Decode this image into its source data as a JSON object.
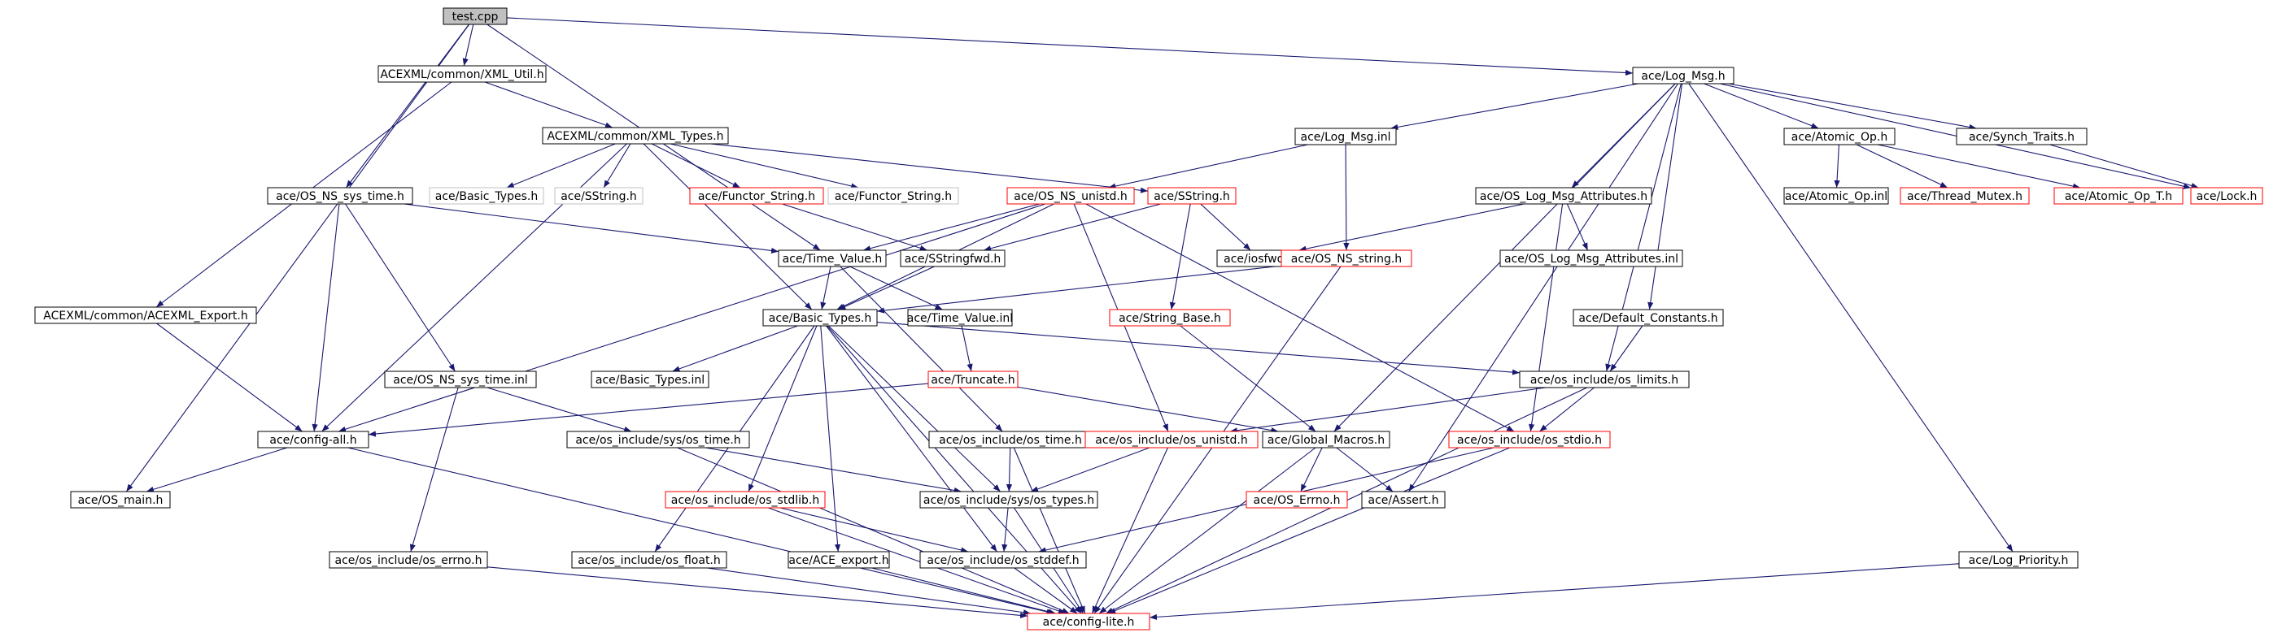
{
  "colors": {
    "edge": "#191970",
    "border_normal": "#000000",
    "border_missing": "#ff0000",
    "border_ghost": "#c0c0c0",
    "root_fill": "#c0c0c0",
    "fill": "#ffffff",
    "text": "#000000"
  },
  "nodes": [
    {
      "id": "test_cpp",
      "label": "test.cpp",
      "style": "root"
    },
    {
      "id": "xml_util",
      "label": "ACEXML/common/XML_Util.h",
      "style": "normal"
    },
    {
      "id": "xml_types",
      "label": "ACEXML/common/XML_Types.h",
      "style": "normal"
    },
    {
      "id": "acexml_export",
      "label": "ACEXML/common/ACEXML_Export.h",
      "style": "normal"
    },
    {
      "id": "log_msg",
      "label": "ace/Log_Msg.h",
      "style": "normal"
    },
    {
      "id": "log_msg_inl",
      "label": "ace/Log_Msg.inl",
      "style": "normal"
    },
    {
      "id": "atomic_op",
      "label": "ace/Atomic_Op.h",
      "style": "normal"
    },
    {
      "id": "synch_traits",
      "label": "ace/Synch_Traits.h",
      "style": "normal"
    },
    {
      "id": "atomic_op_inl",
      "label": "ace/Atomic_Op.inl",
      "style": "normal"
    },
    {
      "id": "thread_mutex",
      "label": "ace/Thread_Mutex.h",
      "style": "missing"
    },
    {
      "id": "atomic_op_t",
      "label": "ace/Atomic_Op_T.h",
      "style": "missing"
    },
    {
      "id": "lock_h",
      "label": "ace/Lock.h",
      "style": "missing"
    },
    {
      "id": "os_ns_sys_time",
      "label": "ace/OS_NS_sys_time.h",
      "style": "normal"
    },
    {
      "id": "basic_types_ghost",
      "label": "ace/Basic_Types.h",
      "style": "ghost"
    },
    {
      "id": "sstring_ghost",
      "label": "ace/SString.h",
      "style": "ghost"
    },
    {
      "id": "functor_string_red",
      "label": "ace/Functor_String.h",
      "style": "missing"
    },
    {
      "id": "functor_string_ghost",
      "label": "ace/Functor_String.h",
      "style": "ghost"
    },
    {
      "id": "os_ns_unistd",
      "label": "ace/OS_NS_unistd.h",
      "style": "missing"
    },
    {
      "id": "sstring_red",
      "label": "ace/SString.h",
      "style": "missing"
    },
    {
      "id": "os_log_msg_attr",
      "label": "ace/OS_Log_Msg_Attributes.h",
      "style": "normal"
    },
    {
      "id": "time_value",
      "label": "ace/Time_Value.h",
      "style": "normal"
    },
    {
      "id": "sstringfwd",
      "label": "ace/SStringfwd.h",
      "style": "normal"
    },
    {
      "id": "iosfwd",
      "label": "ace/iosfwd.h",
      "style": "normal"
    },
    {
      "id": "os_ns_string",
      "label": "ace/OS_NS_string.h",
      "style": "missing"
    },
    {
      "id": "os_log_msg_attr_inl",
      "label": "ace/OS_Log_Msg_Attributes.inl",
      "style": "normal"
    },
    {
      "id": "basic_types",
      "label": "ace/Basic_Types.h",
      "style": "normal"
    },
    {
      "id": "time_value_inl",
      "label": "ace/Time_Value.inl",
      "style": "normal"
    },
    {
      "id": "string_base",
      "label": "ace/String_Base.h",
      "style": "missing"
    },
    {
      "id": "default_constants",
      "label": "ace/Default_Constants.h",
      "style": "normal"
    },
    {
      "id": "os_ns_sys_time_inl",
      "label": "ace/OS_NS_sys_time.inl",
      "style": "normal"
    },
    {
      "id": "basic_types_inl",
      "label": "ace/Basic_Types.inl",
      "style": "normal"
    },
    {
      "id": "truncate",
      "label": "ace/Truncate.h",
      "style": "missing"
    },
    {
      "id": "os_limits",
      "label": "ace/os_include/os_limits.h",
      "style": "normal"
    },
    {
      "id": "config_all",
      "label": "ace/config-all.h",
      "style": "normal"
    },
    {
      "id": "sys_os_time",
      "label": "ace/os_include/sys/os_time.h",
      "style": "normal"
    },
    {
      "id": "os_time",
      "label": "ace/os_include/os_time.h",
      "style": "normal"
    },
    {
      "id": "os_unistd",
      "label": "ace/os_include/os_unistd.h",
      "style": "missing"
    },
    {
      "id": "global_macros",
      "label": "ace/Global_Macros.h",
      "style": "normal"
    },
    {
      "id": "os_stdio",
      "label": "ace/os_include/os_stdio.h",
      "style": "missing"
    },
    {
      "id": "os_main",
      "label": "ace/OS_main.h",
      "style": "normal"
    },
    {
      "id": "os_stdlib",
      "label": "ace/os_include/os_stdlib.h",
      "style": "missing"
    },
    {
      "id": "sys_os_types",
      "label": "ace/os_include/sys/os_types.h",
      "style": "normal"
    },
    {
      "id": "os_errno_h",
      "label": "ace/OS_Errno.h",
      "style": "missing"
    },
    {
      "id": "assert_h",
      "label": "ace/Assert.h",
      "style": "normal"
    },
    {
      "id": "os_errno",
      "label": "ace/os_include/os_errno.h",
      "style": "normal"
    },
    {
      "id": "os_float",
      "label": "ace/os_include/os_float.h",
      "style": "normal"
    },
    {
      "id": "ace_export",
      "label": "ace/ACE_export.h",
      "style": "normal"
    },
    {
      "id": "os_stddef",
      "label": "ace/os_include/os_stddef.h",
      "style": "normal"
    },
    {
      "id": "log_priority",
      "label": "ace/Log_Priority.h",
      "style": "normal"
    },
    {
      "id": "config_lite",
      "label": "ace/config-lite.h",
      "style": "missing"
    }
  ],
  "edges": [
    [
      "test_cpp",
      "xml_util"
    ],
    [
      "test_cpp",
      "log_msg"
    ],
    [
      "test_cpp",
      "os_ns_sys_time"
    ],
    [
      "test_cpp",
      "os_main"
    ],
    [
      "test_cpp",
      "time_value"
    ],
    [
      "xml_util",
      "xml_types"
    ],
    [
      "xml_util",
      "acexml_export"
    ],
    [
      "xml_types",
      "basic_types_ghost"
    ],
    [
      "xml_types",
      "sstring_ghost"
    ],
    [
      "xml_types",
      "functor_string_red"
    ],
    [
      "xml_types",
      "functor_string_ghost"
    ],
    [
      "xml_types",
      "sstring_red"
    ],
    [
      "xml_types",
      "config_all"
    ],
    [
      "xml_types",
      "basic_types"
    ],
    [
      "acexml_export",
      "config_all"
    ],
    [
      "log_msg",
      "log_msg_inl"
    ],
    [
      "log_msg",
      "atomic_op"
    ],
    [
      "log_msg",
      "synch_traits"
    ],
    [
      "log_msg",
      "os_log_msg_attr"
    ],
    [
      "log_msg",
      "default_constants"
    ],
    [
      "log_msg",
      "os_limits"
    ],
    [
      "log_msg",
      "global_macros"
    ],
    [
      "log_msg",
      "assert_h"
    ],
    [
      "log_msg",
      "log_priority"
    ],
    [
      "log_msg",
      "lock_h"
    ],
    [
      "log_msg_inl",
      "os_ns_unistd"
    ],
    [
      "log_msg_inl",
      "os_ns_string"
    ],
    [
      "atomic_op",
      "atomic_op_inl"
    ],
    [
      "atomic_op",
      "thread_mutex"
    ],
    [
      "atomic_op",
      "atomic_op_t"
    ],
    [
      "synch_traits",
      "lock_h"
    ],
    [
      "os_ns_sys_time",
      "time_value"
    ],
    [
      "os_ns_sys_time",
      "os_ns_sys_time_inl"
    ],
    [
      "os_ns_sys_time",
      "config_all"
    ],
    [
      "functor_string_red",
      "sstringfwd"
    ],
    [
      "os_ns_unistd",
      "time_value"
    ],
    [
      "os_ns_unistd",
      "basic_types"
    ],
    [
      "os_ns_unistd",
      "os_unistd"
    ],
    [
      "os_ns_unistd",
      "os_stdio"
    ],
    [
      "os_ns_unistd",
      "config_all"
    ],
    [
      "sstring_red",
      "sstringfwd"
    ],
    [
      "sstring_red",
      "iosfwd"
    ],
    [
      "sstring_red",
      "string_base"
    ],
    [
      "os_log_msg_attr",
      "iosfwd"
    ],
    [
      "os_log_msg_attr",
      "os_log_msg_attr_inl"
    ],
    [
      "os_log_msg_attr",
      "os_stdio"
    ],
    [
      "time_value",
      "basic_types"
    ],
    [
      "time_value",
      "time_value_inl"
    ],
    [
      "time_value",
      "os_time"
    ],
    [
      "sstringfwd",
      "basic_types"
    ],
    [
      "os_ns_string",
      "basic_types"
    ],
    [
      "os_ns_string",
      "config_lite"
    ],
    [
      "basic_types",
      "basic_types_inl"
    ],
    [
      "basic_types",
      "os_limits"
    ],
    [
      "basic_types",
      "os_float"
    ],
    [
      "basic_types",
      "os_stdlib"
    ],
    [
      "basic_types",
      "ace_export"
    ],
    [
      "basic_types",
      "sys_os_types"
    ],
    [
      "basic_types",
      "os_stddef"
    ],
    [
      "basic_types",
      "config_lite"
    ],
    [
      "time_value_inl",
      "truncate"
    ],
    [
      "truncate",
      "global_macros"
    ],
    [
      "truncate",
      "config_all"
    ],
    [
      "string_base",
      "global_macros"
    ],
    [
      "default_constants",
      "os_limits"
    ],
    [
      "os_ns_sys_time_inl",
      "sys_os_time"
    ],
    [
      "os_ns_sys_time_inl",
      "os_errno"
    ],
    [
      "os_limits",
      "os_unistd"
    ],
    [
      "os_limits",
      "os_stdio"
    ],
    [
      "os_limits",
      "config_lite"
    ],
    [
      "config_all",
      "os_main"
    ],
    [
      "config_all",
      "config_lite"
    ],
    [
      "sys_os_time",
      "sys_os_types"
    ],
    [
      "sys_os_time",
      "config_lite"
    ],
    [
      "os_time",
      "sys_os_types"
    ],
    [
      "os_time",
      "config_lite"
    ],
    [
      "os_unistd",
      "sys_os_types"
    ],
    [
      "os_unistd",
      "config_lite"
    ],
    [
      "global_macros",
      "os_errno_h"
    ],
    [
      "global_macros",
      "assert_h"
    ],
    [
      "global_macros",
      "config_lite"
    ],
    [
      "os_stdio",
      "os_stddef"
    ],
    [
      "os_stdio",
      "config_lite"
    ],
    [
      "os_stdlib",
      "os_stddef"
    ],
    [
      "os_stdlib",
      "config_lite"
    ],
    [
      "sys_os_types",
      "os_stddef"
    ],
    [
      "sys_os_types",
      "config_lite"
    ],
    [
      "os_errno",
      "config_lite"
    ],
    [
      "os_float",
      "config_lite"
    ],
    [
      "ace_export",
      "config_lite"
    ],
    [
      "os_stddef",
      "config_lite"
    ],
    [
      "log_priority",
      "config_lite"
    ]
  ]
}
